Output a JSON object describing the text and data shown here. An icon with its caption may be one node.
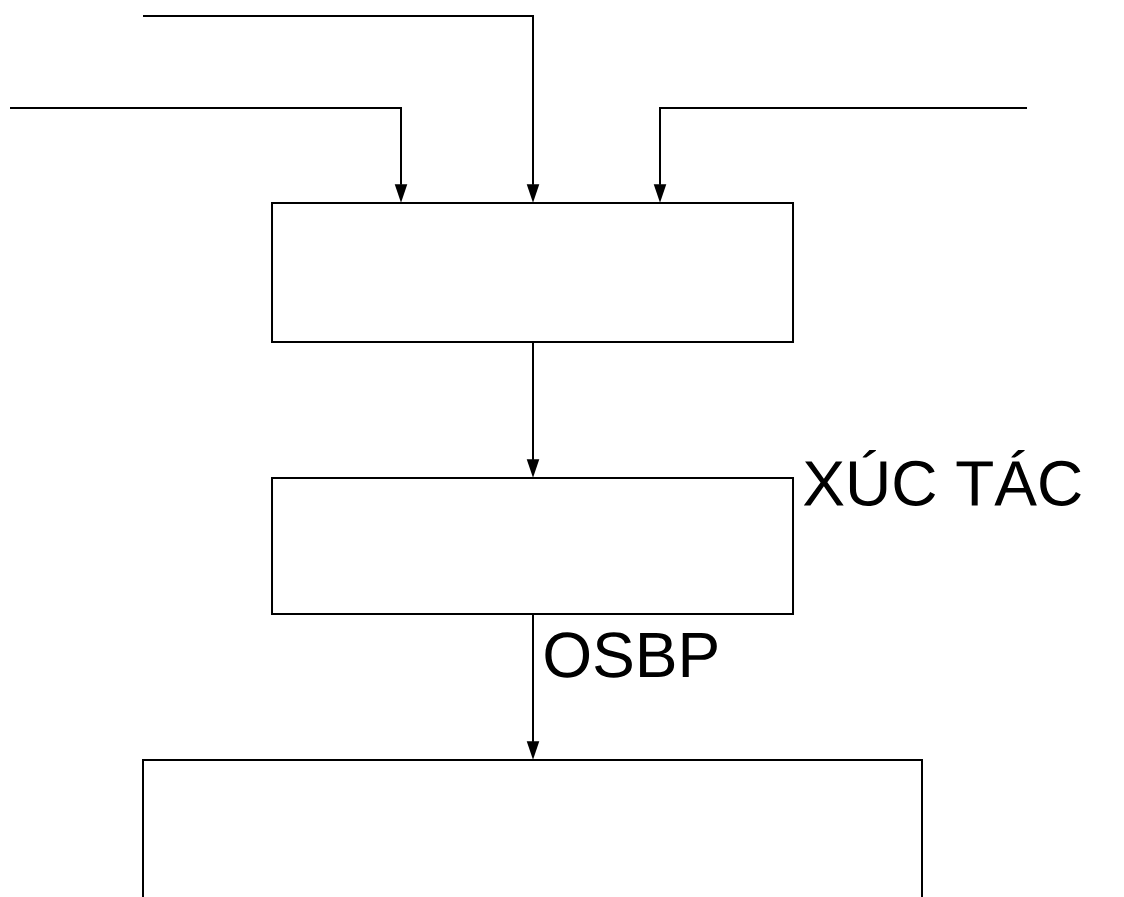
{
  "diagram": {
    "nodes": [
      {
        "text": [],
        "shape": "box"
      },
      {
        "text": [],
        "shape": "box"
      },
      {
        "text": [],
        "shape": "box"
      }
    ],
    "edges": [
      {
        "from": null,
        "to": 0,
        "arrow": "to"
      },
      {
        "from": null,
        "to": 0,
        "arrow": "to"
      },
      {
        "from": null,
        "to": 0,
        "arrow": "to"
      },
      {
        "from": 0,
        "to": 1,
        "arrow": "to"
      },
      {
        "from": 1,
        "to": 2,
        "arrow": "to",
        "label": "OSBP"
      }
    ],
    "labels": [
      "XÚC TÁC"
    ]
  }
}
